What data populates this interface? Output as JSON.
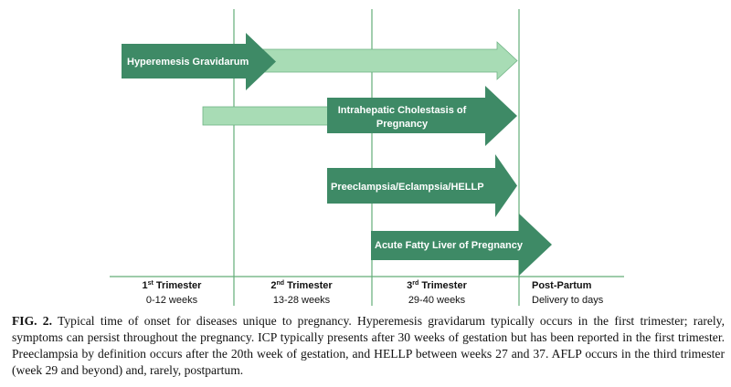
{
  "diagram": {
    "colors": {
      "dark_arrow": "#3e8a66",
      "light_arrow": "#a8dcb5",
      "divider": "#63ad78",
      "baseline": "#63ad78"
    },
    "conditions": [
      {
        "id": "hyperemesis",
        "lines": [
          "Hyperemesis Gravidarum"
        ]
      },
      {
        "id": "icp",
        "lines": [
          "Intrahepatic Cholestasis of",
          "Pregnancy"
        ]
      },
      {
        "id": "preeclampsia",
        "lines": [
          "Preeclampsia/Eclampsia/HELLP"
        ]
      },
      {
        "id": "aflp",
        "lines": [
          "Acute Fatty Liver of Pregnancy"
        ]
      }
    ],
    "timeline": [
      {
        "num": "1",
        "sup": "st",
        "name": " Trimester",
        "range": "0-12 weeks"
      },
      {
        "num": "2",
        "sup": "nd",
        "name": " Trimester",
        "range": "13-28 weeks"
      },
      {
        "num": "3",
        "sup": "rd",
        "name": " Trimester",
        "range": "29-40 weeks"
      },
      {
        "num": "",
        "sup": "",
        "name": "Post-Partum",
        "range": "Delivery to days"
      }
    ]
  },
  "caption": {
    "label": "FIG. 2.",
    "text": "Typical time of onset for diseases unique to pregnancy. Hyperemesis gravidarum typically occurs in the first trimester; rarely, symptoms can persist throughout the pregnancy. ICP typically presents after 30 weeks of gestation but has been reported in the first trimester. Preeclampsia by definition occurs after the 20th week of gestation, and HELLP between weeks 27 and 37. AFLP occurs in the third trimester (week 29 and beyond) and, rarely, postpartum."
  }
}
